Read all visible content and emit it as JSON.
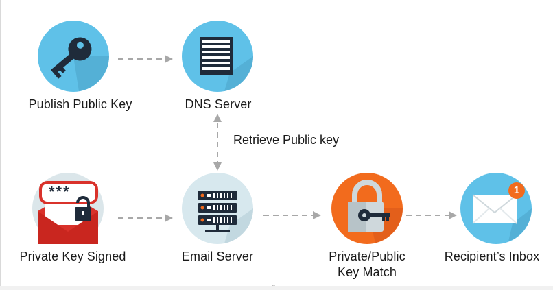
{
  "nodes": {
    "publish": {
      "label": "Publish Public Key",
      "icon": "key-icon"
    },
    "dns": {
      "label": "DNS Server",
      "icon": "dns-server-icon"
    },
    "private_signed": {
      "label": "Private Key Signed",
      "icon": "signed-envelope-icon",
      "password_mask": "***"
    },
    "email_server": {
      "label": "Email Server",
      "icon": "email-server-icon"
    },
    "key_match": {
      "label_line1": "Private/Public",
      "label_line2": "Key Match",
      "icon": "padlock-key-icon"
    },
    "inbox": {
      "label": "Recipient’s Inbox",
      "icon": "mail-inbox-icon",
      "badge": "1"
    }
  },
  "edges": {
    "retrieve_label": "Retrieve Public key"
  },
  "footnote": "“i",
  "colors": {
    "circle_blue": "#5fc1e8",
    "circle_light": "#d7e8ee",
    "circle_orange": "#f26b1d",
    "circle_red_bg": "#dbe6ea",
    "envelope_red": "#d9322b",
    "key_navy": "#1f2b3a",
    "arrow_gray": "#a8a8a8",
    "shadow": "#4aa3c6"
  }
}
